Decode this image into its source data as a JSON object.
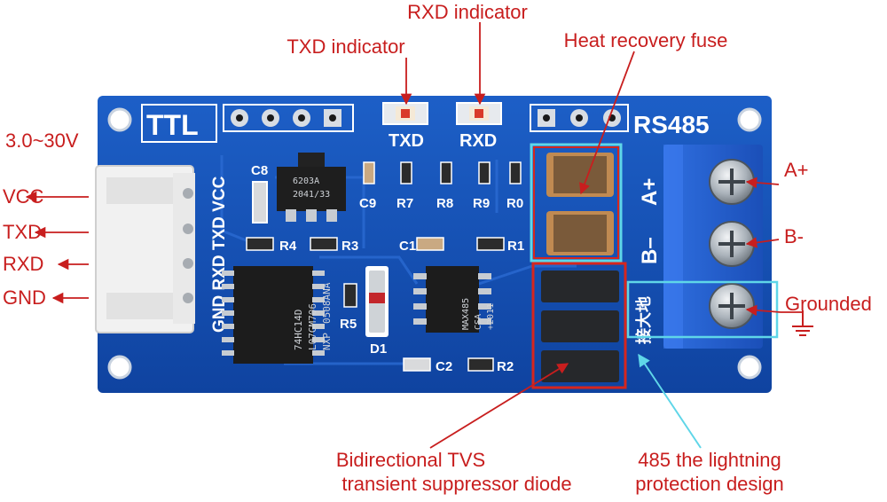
{
  "labels": {
    "rxd_indicator": "RXD indicator",
    "txd_indicator": "TXD indicator",
    "heat_fuse": "Heat recovery fuse",
    "voltage": "3.0~30V",
    "vcc": "VCC",
    "txd": "TXD",
    "rxd": "RXD",
    "gnd": "GND",
    "a_plus": "A+",
    "b_minus": "B-",
    "grounded": "Grounded",
    "tvs_line1": "Bidirectional TVS",
    "tvs_line2": "transient suppressor diode",
    "lightning_line1": "485 the lightning",
    "lightning_line2": "protection design"
  },
  "board": {
    "ttl": "TTL",
    "rs485": "RS485",
    "led_txd": "TXD",
    "led_rxd": "RXD",
    "header_pins": "GND RXD TXD VCC",
    "a_plus": "A+",
    "b_minus": "B–",
    "chinese": "接大地",
    "c8": "C8",
    "c9": "C9",
    "r7": "R7",
    "r8": "R8",
    "r9": "R9",
    "r0": "R0",
    "r4": "R4",
    "r3": "R3",
    "c1": "C1",
    "r1": "R1",
    "r5": "R5",
    "d1": "D1",
    "c2": "C2",
    "r2": "R2",
    "reg_line1": "6203A",
    "reg_line2": "2041/33",
    "ic1_line1": "74HC14D",
    "ic1_line2": "L07GM706",
    "ic1_brand": "NXP",
    "ic1_line3": "0508ANA",
    "ic2_line1": "MAX485",
    "ic2_line2": "CSA",
    "ic2_line3": "+2011"
  },
  "colors": {
    "pcb": "#1550b4",
    "label_red": "#c81e1e",
    "highlight_red": "#d6261e",
    "highlight_cyan": "#5fd6e8",
    "terminal_blue": "#2a66d6"
  }
}
